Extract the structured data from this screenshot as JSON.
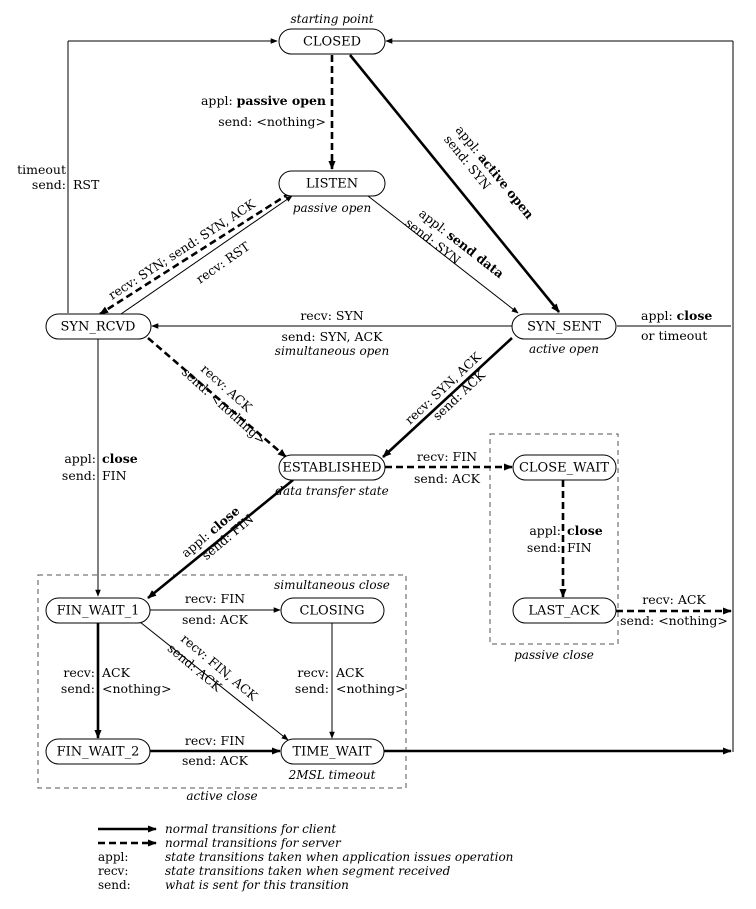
{
  "states": {
    "closed": "CLOSED",
    "listen": "LISTEN",
    "syn_rcvd": "SYN_RCVD",
    "syn_sent": "SYN_SENT",
    "established": "ESTABLISHED",
    "close_wait": "CLOSE_WAIT",
    "last_ack": "LAST_ACK",
    "fin_wait_1": "FIN_WAIT_1",
    "closing": "CLOSING",
    "fin_wait_2": "FIN_WAIT_2",
    "time_wait": "TIME_WAIT"
  },
  "notes": {
    "starting_point": "starting point",
    "passive_open": "passive open",
    "simultaneous_open": "simultaneous open",
    "active_open": "active open",
    "data_transfer_state": "data transfer state",
    "simultaneous_close": "simultaneous close",
    "passive_close": "passive close",
    "timeout_2msl": "2MSL timeout",
    "active_close": "active close"
  },
  "transitions": {
    "closed_listen": {
      "key1": "appl:",
      "val1": "passive open",
      "key2": "send:",
      "val2": "<nothing>"
    },
    "closed_synsent": {
      "key1": "appl:",
      "val1": "active open",
      "key2": "send:",
      "val2": "SYN"
    },
    "timeout_rst": {
      "key1": "timeout",
      "key2": "send:",
      "val2": "RST"
    },
    "listen_synrcvd": {
      "text": "recv: SYN;  send: SYN, ACK"
    },
    "synrcvd_listen": {
      "text": "recv: RST"
    },
    "listen_synsent": {
      "key1": "appl:",
      "val1": "send data",
      "key2": "send:",
      "val2": "SYN"
    },
    "synsent_synrcvd": {
      "line1": "recv: SYN",
      "line2": "send: SYN, ACK"
    },
    "synsent_close": {
      "key1": "appl:",
      "val1": "close",
      "line2": "or timeout"
    },
    "synrcvd_established": {
      "line1": "recv: ACK",
      "line2": "send: <nothing>"
    },
    "synsent_established": {
      "line1": "recv: SYN, ACK",
      "line2": "send: ACK"
    },
    "synrcvd_finwait1": {
      "key1": "appl:",
      "val1": "close",
      "key2": "send:",
      "val2": "FIN"
    },
    "established_closewait": {
      "line1": "recv: FIN",
      "line2": "send: ACK"
    },
    "closewait_lastack": {
      "key1": "appl:",
      "val1": "close",
      "key2": "send:",
      "val2": "FIN"
    },
    "lastack_closed": {
      "line1": "recv: ACK",
      "line2": "send: <nothing>"
    },
    "established_finwait1": {
      "key1": "appl:",
      "val1": "close",
      "key2": "send:",
      "val2": "FIN"
    },
    "finwait1_closing": {
      "line1": "recv: FIN",
      "line2": "send: ACK"
    },
    "finwait1_timewait": {
      "line1": "recv: FIN, ACK",
      "line2": "send: ACK"
    },
    "finwait1_finwait2": {
      "key1": "recv:",
      "val1": "ACK",
      "key2": "send:",
      "val2": "<nothing>"
    },
    "closing_timewait": {
      "key1": "recv:",
      "val1": "ACK",
      "key2": "send:",
      "val2": "<nothing>"
    },
    "finwait2_timewait": {
      "line1": "recv: FIN",
      "line2": "send: ACK"
    }
  },
  "legend": [
    {
      "key": "",
      "desc": "normal transitions for client",
      "style": "client"
    },
    {
      "key": "",
      "desc": "normal transitions for server",
      "style": "server"
    },
    {
      "key": "appl:",
      "desc": "state transitions taken when application issues operation"
    },
    {
      "key": "recv:",
      "desc": "state transitions taken when segment received"
    },
    {
      "key": "send:",
      "desc": "what is sent for this transition"
    }
  ]
}
